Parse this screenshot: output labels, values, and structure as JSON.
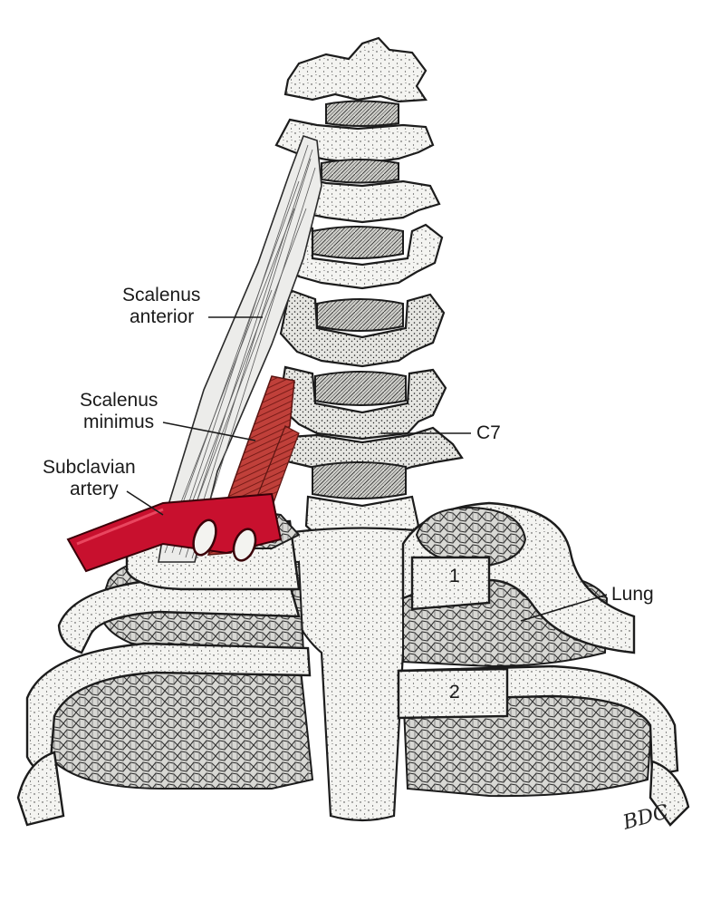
{
  "labels": {
    "scalenus_anterior_line1": "Scalenus",
    "scalenus_anterior_line2": "anterior",
    "scalenus_minimus_line1": "Scalenus",
    "scalenus_minimus_line2": "minimus",
    "subclavian_line1": "Subclavian",
    "subclavian_line2": "artery",
    "c7": "C7",
    "lung": "Lung",
    "rib1": "1",
    "rib2": "2"
  },
  "signature": "BDC",
  "colors": {
    "artery_red": "#c8102e",
    "muscle_red": "#c0403a",
    "ink": "#1a1a1a",
    "paper": "#ffffff"
  }
}
